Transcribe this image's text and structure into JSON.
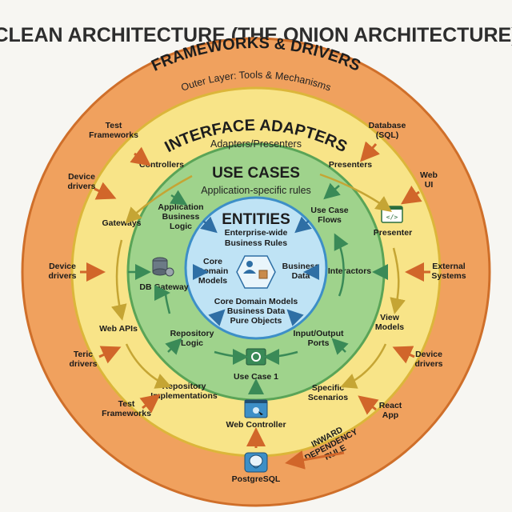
{
  "title": "CLEAN ARCHITECTURE (THE ONION ARCHITECTURE)",
  "colors": {
    "outer": "#f0a15e",
    "outer_stroke": "#cf6f2a",
    "adapters": "#f8e488",
    "adapters_stroke": "#dcb63a",
    "usecases": "#9fd38c",
    "usecases_stroke": "#5aa457",
    "entities": "#bfe3f5",
    "entities_stroke": "#3d8fc7",
    "arrow": "#d1662a",
    "arrow_yellow": "#c5a534",
    "arrow_green": "#3a8a57",
    "arrow_blue": "#2f6fa5"
  },
  "rings": {
    "frameworks": {
      "title": "FRAMEWORKS & DRIVERS",
      "subtitle": "Outer Layer: Tools & Mechanisms"
    },
    "adapters": {
      "title": "INTERFACE ADAPTERS",
      "subtitle": "Adapters/Presenters"
    },
    "usecases": {
      "title": "USE CASES",
      "subtitle": "Application-specific rules"
    },
    "entities": {
      "title": "ENTITIES",
      "subtitle_1": "Enterprise-wide",
      "subtitle_2": "Business Rules"
    }
  },
  "outer_labels": {
    "test_frameworks_top": [
      "Test",
      "Frameworks"
    ],
    "database_sql": [
      "Database",
      "(SQL)"
    ],
    "device_drivers_tl": [
      "Device",
      "drivers"
    ],
    "web_ui": [
      "Web",
      "UI"
    ],
    "device_drivers_l": [
      "Device",
      "drivers"
    ],
    "external_systems": [
      "External",
      "Systems"
    ],
    "teric_drivers": [
      "Teric",
      "drivers"
    ],
    "device_drivers_r": [
      "Device",
      "drivers"
    ],
    "test_frameworks_bottom": [
      "Test",
      "Frameworks"
    ],
    "react_app": [
      "React",
      "App"
    ],
    "postgresql": "PostgreSQL",
    "inward_rule": [
      "INWARD",
      "DEPENDENCY",
      "RULE"
    ]
  },
  "adapter_labels": {
    "controllers": "Controllers",
    "presenters": "Presenters",
    "gateways": "Gateways",
    "presenter": "Presenter",
    "web_apis": "Web APIs",
    "view_models": [
      "View",
      "Models"
    ],
    "repository_impl": [
      "Repository",
      "Implementations"
    ],
    "specific_scenarios": [
      "Specific",
      "Scenarios"
    ],
    "web_controller": "Web Controller"
  },
  "usecase_labels": {
    "app_business_logic": [
      "Application",
      "Business",
      "Logic"
    ],
    "use_case_flows": [
      "Use Case",
      "Flows"
    ],
    "db_gateway": "DB Gateway",
    "interactors": "Interactors",
    "repository_logic": [
      "Repository",
      "Logic"
    ],
    "io_ports": [
      "Input/Output",
      "Ports"
    ],
    "use_case_1": "Use Case 1"
  },
  "entity_labels": {
    "core_domain_models": [
      "Core",
      "Domain",
      "Models"
    ],
    "business_data": [
      "Business",
      "Data"
    ],
    "core_bottom": [
      "Core Domain Models",
      "Business Data",
      "Pure Objects"
    ]
  }
}
